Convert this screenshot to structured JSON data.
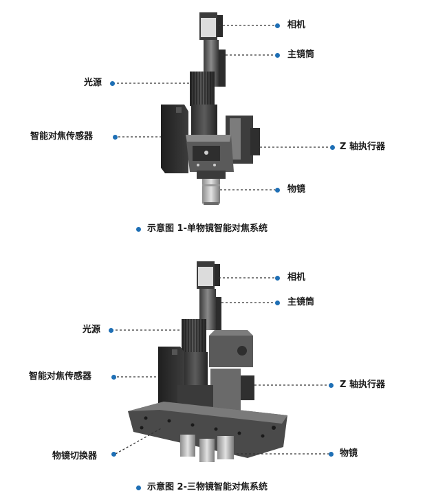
{
  "accent_color": "#1e6fb5",
  "figure1": {
    "caption": "示意图 1-单物镜智能对焦系统",
    "labels": {
      "camera": "相机",
      "main_tube": "主镜筒",
      "light_source": "光源",
      "af_sensor": "智能对焦传感器",
      "z_actuator": "Z 轴执行器",
      "objective": "物镜"
    }
  },
  "figure2": {
    "caption": "示意图 2-三物镜智能对焦系统",
    "labels": {
      "camera": "相机",
      "main_tube": "主镜筒",
      "light_source": "光源",
      "af_sensor": "智能对焦传感器",
      "z_actuator": "Z 轴执行器",
      "objective_changer": "物镜切换器",
      "objective": "物镜"
    }
  }
}
